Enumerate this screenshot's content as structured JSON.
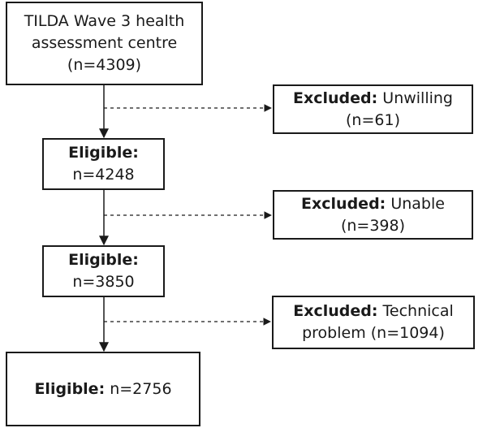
{
  "flowchart": {
    "start": {
      "line1": "TILDA Wave 3 health",
      "line2": "assessment centre",
      "line3": "(n=4309)"
    },
    "excluded_1": {
      "label": "Excluded:",
      "reason": "Unwilling",
      "count": "(n=61)"
    },
    "eligible_1": {
      "label": "Eligible:",
      "count": "n=4248"
    },
    "excluded_2": {
      "label": "Excluded:",
      "reason": "Unable",
      "count": "(n=398)"
    },
    "eligible_2": {
      "label": "Eligible:",
      "count": "n=3850"
    },
    "excluded_3": {
      "label": "Excluded:",
      "reason": "Technical",
      "reason2": "problem (n=1094)"
    },
    "eligible_3": {
      "label": "Eligible:",
      "count": "n=2756"
    }
  }
}
